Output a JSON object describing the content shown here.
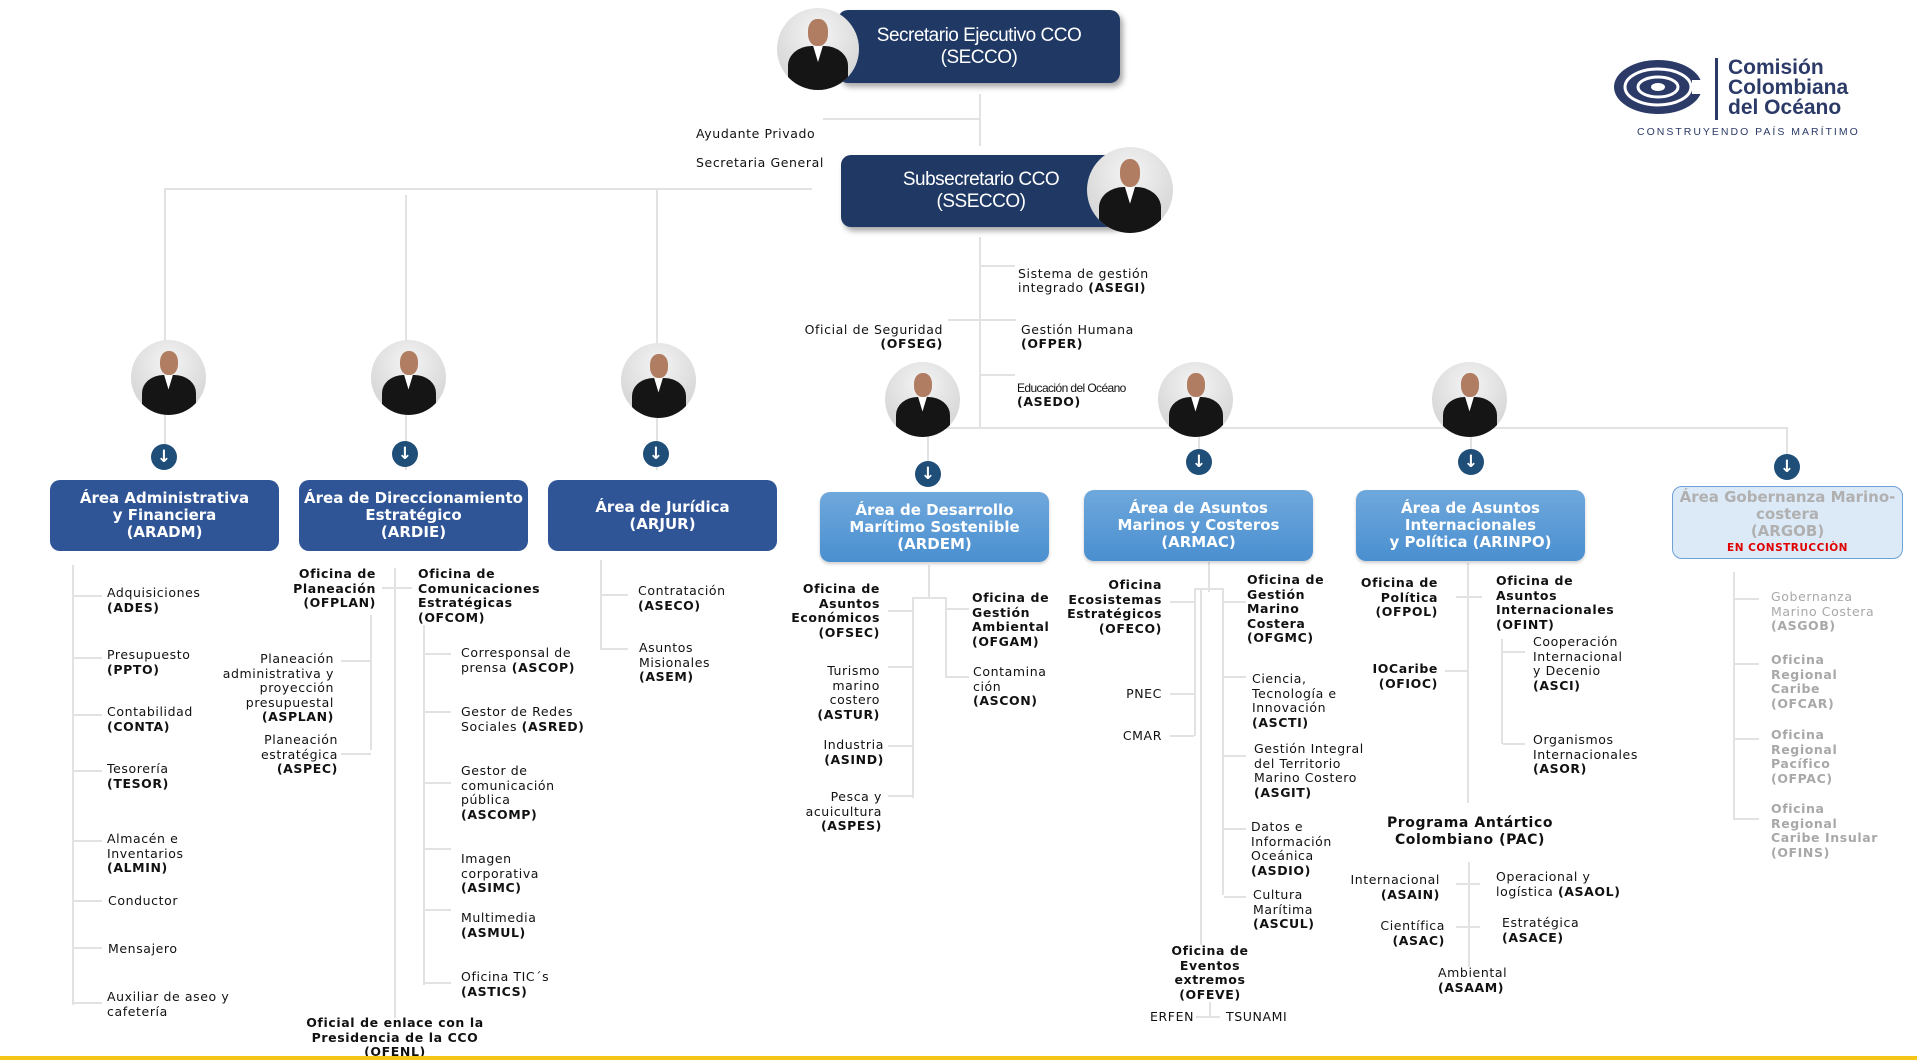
{
  "secretary": {
    "title": "Secretario Ejecutivo CCO",
    "code": "(SECCO)"
  },
  "aides": {
    "line1": "Ayudante Privado",
    "line2": "Secretaria  General"
  },
  "subsecretary": {
    "title": "Subsecretario CCO",
    "code": "(SSECCO)"
  },
  "logo": {
    "line1": "Comisión",
    "line2": "Colombiana",
    "line3": "del Océano",
    "tagline": "CONSTRUYENDO PAÍS MARÍTIMO",
    "color": "#2b3a67"
  },
  "staff": {
    "asegi": {
      "label": "Sistema de gestión\nintegrado",
      "code": "(ASEGI)"
    },
    "ofseg": {
      "label": "Oficial de Seguridad",
      "code": "(OFSEG)"
    },
    "ofper": {
      "label": "Gestión Humana",
      "code": "(OFPER)"
    },
    "asedo": {
      "label": "Educación del Océano",
      "code": "(ASEDO)"
    }
  },
  "areas": {
    "aradm": {
      "title": "Área Administrativa\ny Financiera\n(ARADM)",
      "items": [
        {
          "label": "Adquisiciones",
          "code": "(ADES)"
        },
        {
          "label": "Presupuesto",
          "code": "(PPTO)"
        },
        {
          "label": "Contabilidad",
          "code": "(CONTA)"
        },
        {
          "label": "Tesorería",
          "code": "(TESOR)"
        },
        {
          "label": "Almacén e\nInventarios",
          "code": "(ALMIN)"
        },
        {
          "label": "Conductor",
          "code": ""
        },
        {
          "label": "Mensajero",
          "code": ""
        },
        {
          "label": "Auxiliar de aseo y\ncafetería",
          "code": ""
        }
      ]
    },
    "ardie": {
      "title": "Área de Direccionamiento\nEstratégico\n(ARDIE)",
      "ofplan": "Oficina de\nPlaneación\n(OFPLAN)",
      "ofplan_items": [
        {
          "label": "Planeación\nadministrativa y\nproyección\npresupuestal",
          "code": "(ASPLAN)"
        },
        {
          "label": "Planeación\nestratégica",
          "code": "(ASPEC)"
        }
      ],
      "ofcom": "Oficina de\nComunicaciones\nEstratégicas\n(OFCOM)",
      "ofcom_items": [
        {
          "label": "Corresponsal de\nprensa",
          "code": "(ASCOP)"
        },
        {
          "label": "Gestor de Redes\nSociales",
          "code": "(ASRED)"
        },
        {
          "label": "Gestor de\ncomunicación\npública",
          "code": "(ASCOMP)"
        },
        {
          "label": "Imagen\ncorporativa",
          "code": "(ASIMC)"
        },
        {
          "label": "Multimedia",
          "code": "(ASMUL)"
        },
        {
          "label": "Oficina TIC´s",
          "code": "(ASTICS)"
        }
      ],
      "ofenl": "Oficial de enlace con la\nPresidencia de la CCO\n(OFENL)"
    },
    "arjur": {
      "title": "Área de Jurídica\n(ARJUR)",
      "items": [
        {
          "label": "Contratación",
          "code": "(ASECO)"
        },
        {
          "label": "Asuntos\nMisionales",
          "code": "(ASEM)"
        }
      ]
    },
    "ardem": {
      "title": "Área de Desarrollo\nMarítimo Sostenible\n(ARDEM)",
      "ofsec": "Oficina de\nAsuntos\nEconómicos\n(OFSEC)",
      "ofsec_items": [
        {
          "label": "Turismo\nmarino\ncostero",
          "code": "(ASTUR)"
        },
        {
          "label": "Industria",
          "code": "(ASIND)"
        },
        {
          "label": "Pesca y\nacuicultura",
          "code": "(ASPES)"
        }
      ],
      "ofgam": "Oficina de\nGestión\nAmbiental\n(OFGAM)",
      "ofgam_items": [
        {
          "label": "Contamina\nción",
          "code": "(ASCON)"
        }
      ]
    },
    "armac": {
      "title": "Área de Asuntos\nMarinos y Costeros\n(ARMAC)",
      "ofeco": "Oficina\nEcosistemas\nEstratégicos\n(OFECO)",
      "ofeco_items": [
        "PNEC",
        "CMAR"
      ],
      "ofgmc": "Oficina de\nGestión\nMarino\nCostera\n(OFGMC)",
      "ofgmc_items": [
        {
          "label": "Ciencia,\nTecnología e\nInnovación",
          "code": "(ASCTI)"
        },
        {
          "label": "Gestión Integral\ndel Territorio\nMarino Costero",
          "code": "(ASGIT)"
        },
        {
          "label": "Datos e\nInformación\nOceánica",
          "code": "(ASDIO)"
        },
        {
          "label": "Cultura\nMarítima",
          "code": "(ASCUL)"
        }
      ],
      "ofeve": "Oficina de\nEventos\nextremos\n(OFEVE)",
      "ofeve_items": [
        "ERFEN",
        "TSUNAMI"
      ]
    },
    "arinpo": {
      "title": "Área de Asuntos\nInternacionales\ny Política (ARINPO)",
      "ofpol": "Oficina de\nPolítica\n(OFPOL)",
      "ofioc": {
        "label": "IOCaribe",
        "code": "(OFIOC)"
      },
      "ofint": "Oficina de\nAsuntos\nInternacionales\n(OFINT)",
      "ofint_items": [
        {
          "label": "Cooperación\nInternacional\ny Decenio",
          "code": "(ASCI)"
        },
        {
          "label": "Organismos\nInternacionales",
          "code": "(ASOR)"
        }
      ],
      "pac": "Programa Antártico\nColombiano (PAC)",
      "pac_items": [
        {
          "label": "Internacional",
          "code": "(ASAIN)"
        },
        {
          "label": "Operacional y\nlogística",
          "code": "(ASAOL)"
        },
        {
          "label": "Científica",
          "code": "(ASAC)"
        },
        {
          "label": "Estratégica",
          "code": "(ASACE)"
        },
        {
          "label": "Ambiental",
          "code": "(ASAAM)"
        }
      ]
    },
    "argob": {
      "title": "Área Gobernanza Marino-\ncostera\n(ARGOB)",
      "status": "EN CONSTRUCCIÒN",
      "items": [
        {
          "label": "Gobernanza\nMarino Costera",
          "code": "(ASGOB)"
        },
        {
          "label": "",
          "code": "Oficina\nRegional\nCaribe\n(OFCAR)"
        },
        {
          "label": "",
          "code": "Oficina\nRegional\nPacífico\n(OFPAC)"
        },
        {
          "label": "",
          "code": "Oficina\nRegional\nCaribe Insular\n(OFINS)"
        }
      ]
    }
  },
  "colors": {
    "navy": "#1f3864",
    "area_dark": "#2f5597",
    "area_light": "#4a8fd0",
    "status_red": "#e00000",
    "connector": "#e2e2e2"
  }
}
